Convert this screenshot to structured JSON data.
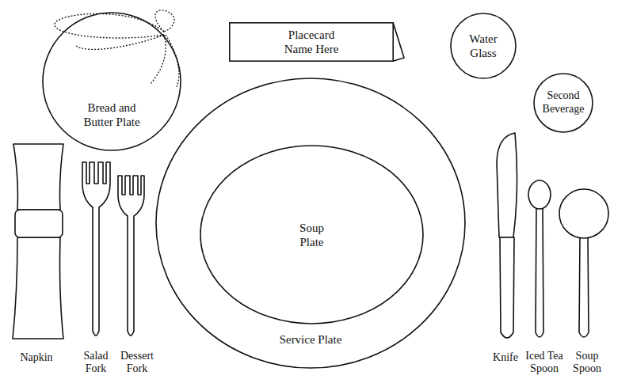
{
  "diagram": {
    "nodes": [
      {
        "text": [
          "Bread and Butter Plate"
        ]
      },
      {
        "text": [
          "Placecard Name Here"
        ]
      },
      {
        "text": [
          "Water Glass"
        ]
      },
      {
        "text": [
          "Second Beverage"
        ]
      },
      {
        "text": [
          "Service Plate"
        ]
      },
      {
        "text": [
          "Soup Plate"
        ],
        "in": 4
      }
    ],
    "labels": [
      "Napkin",
      "Salad Fork",
      "Dessert Fork",
      "Knife",
      "Iced Tea Spoon",
      "Soup Spoon"
    ]
  }
}
